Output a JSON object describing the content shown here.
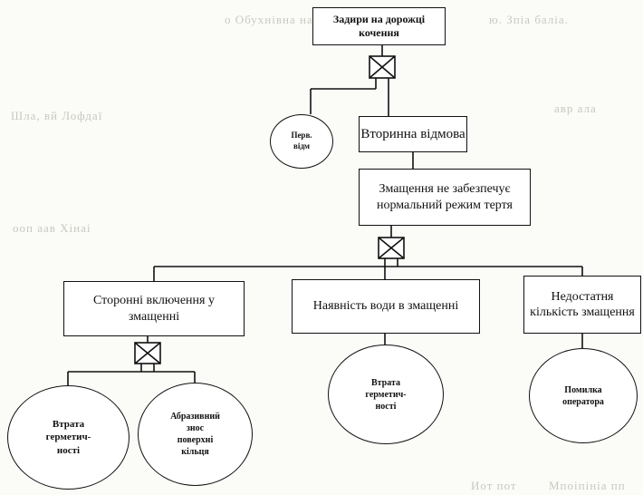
{
  "nodes": {
    "top": "Задири на дорожці\nкочення",
    "primary_failure": "Перв.\nвідм",
    "secondary_failure": "Вторинна відмова",
    "lubrication_fault": "Змащення не забезпечує\nнормальний режим тертя",
    "foreign_inclusions": "Сторонні включення у\nзмащенні",
    "water_in_lubricant": "Наявність води в змащенні",
    "insufficient_lubricant": "Недостатня\nкількість змащення",
    "seal_loss_1": "Втрата\nгерметич-\nності",
    "abrasive_wear": "Абразивний\nзнос\nповерхні\nкільця",
    "seal_loss_2": "Втрата\nгерметич-\nності",
    "operator_error": "Помилка\nоператора"
  },
  "bleed_through": {
    "left_1": "о Обухнівна навпатит",
    "left_2": "Шла, вй Лофдаї",
    "left_3": "ооп аав Хінаі",
    "right_1": "ю. Зпіа баліа.",
    "right_2": "авр ала",
    "bottom_1": "Иот пот",
    "bottom_2": "Мпоіпініа пп"
  },
  "colors": {
    "line": "#111111",
    "paper": "#fbfbf8",
    "ghost": "#c8c8c2"
  }
}
